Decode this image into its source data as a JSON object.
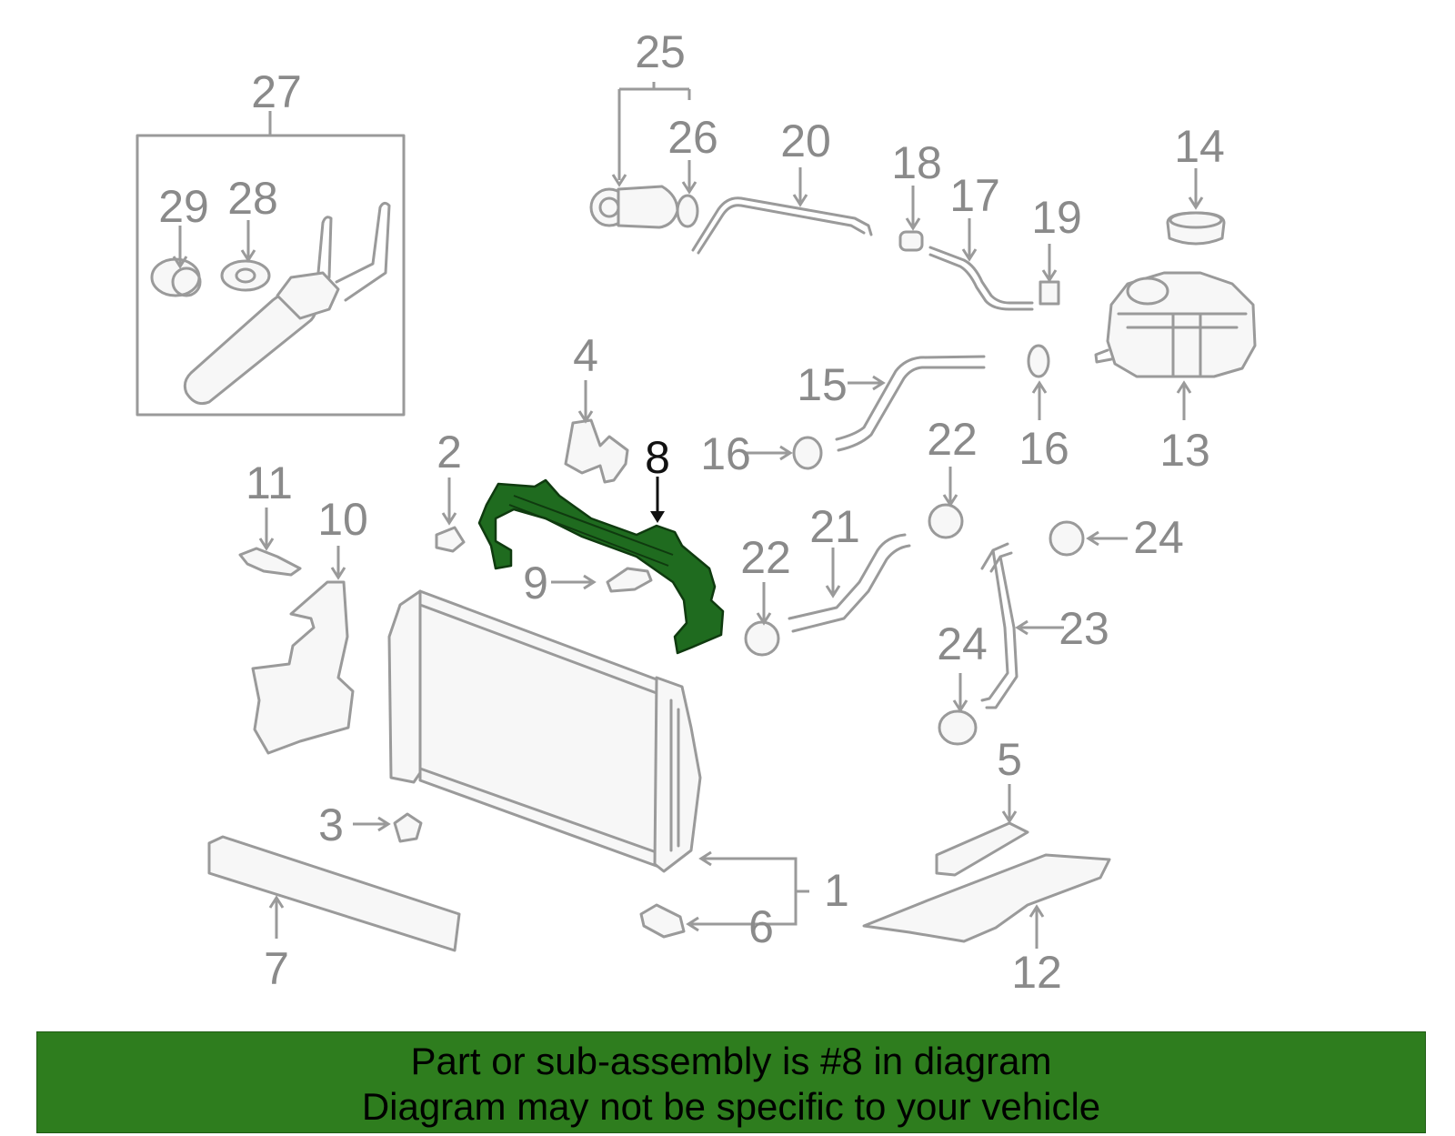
{
  "diagram": {
    "highlight_color": "#2e7d1e",
    "callouts": [
      {
        "id": "c1",
        "label": "1"
      },
      {
        "id": "c2",
        "label": "2"
      },
      {
        "id": "c3",
        "label": "3"
      },
      {
        "id": "c4",
        "label": "4"
      },
      {
        "id": "c5",
        "label": "5"
      },
      {
        "id": "c6",
        "label": "6"
      },
      {
        "id": "c7",
        "label": "7"
      },
      {
        "id": "c8",
        "label": "8"
      },
      {
        "id": "c9",
        "label": "9"
      },
      {
        "id": "c10",
        "label": "10"
      },
      {
        "id": "c11",
        "label": "11"
      },
      {
        "id": "c12",
        "label": "12"
      },
      {
        "id": "c13",
        "label": "13"
      },
      {
        "id": "c14",
        "label": "14"
      },
      {
        "id": "c15",
        "label": "15"
      },
      {
        "id": "c16a",
        "label": "16"
      },
      {
        "id": "c16b",
        "label": "16"
      },
      {
        "id": "c17",
        "label": "17"
      },
      {
        "id": "c18",
        "label": "18"
      },
      {
        "id": "c19",
        "label": "19"
      },
      {
        "id": "c20",
        "label": "20"
      },
      {
        "id": "c21",
        "label": "21"
      },
      {
        "id": "c22a",
        "label": "22"
      },
      {
        "id": "c22b",
        "label": "22"
      },
      {
        "id": "c23",
        "label": "23"
      },
      {
        "id": "c24a",
        "label": "24"
      },
      {
        "id": "c24b",
        "label": "24"
      },
      {
        "id": "c25",
        "label": "25"
      },
      {
        "id": "c26",
        "label": "26"
      },
      {
        "id": "c27",
        "label": "27"
      },
      {
        "id": "c28",
        "label": "28"
      },
      {
        "id": "c29",
        "label": "29"
      }
    ]
  },
  "banner": {
    "line1": "Part or sub-assembly is #8 in diagram",
    "line2": "Diagram may not be specific to your vehicle"
  }
}
